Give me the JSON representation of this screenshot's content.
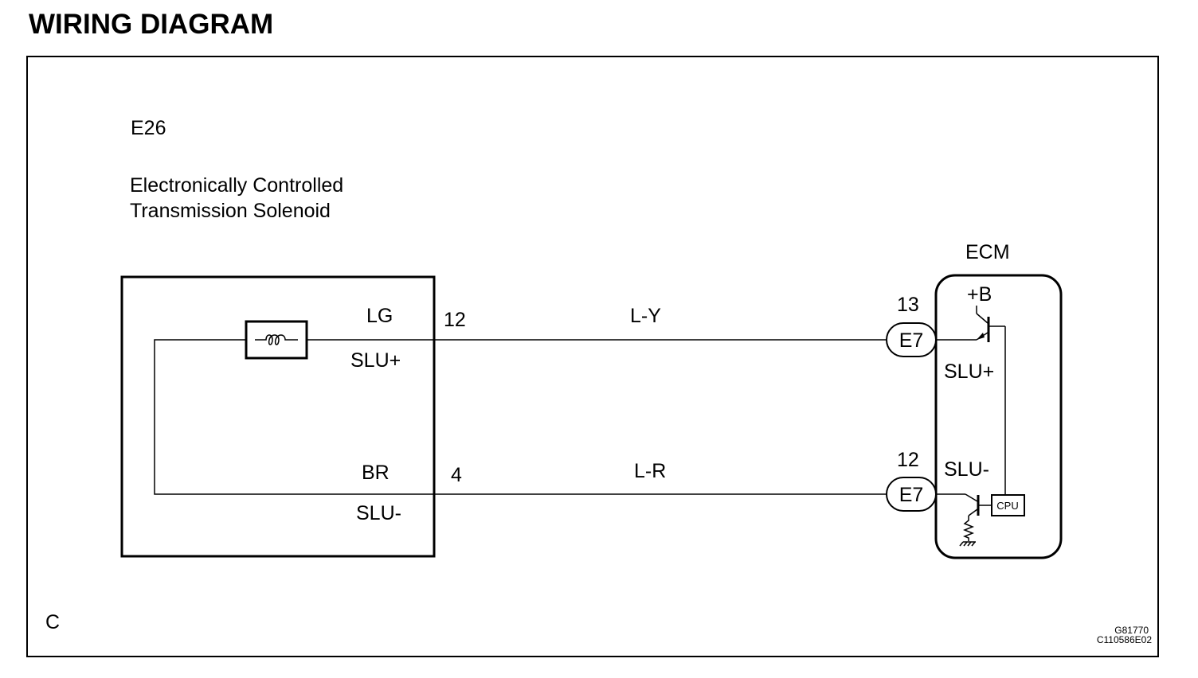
{
  "title": "WIRING DIAGRAM",
  "solenoid": {
    "code": "E26",
    "name_line1": "Electronically Controlled",
    "name_line2": "Transmission Solenoid",
    "pin_top": {
      "color": "LG",
      "signal": "SLU+",
      "pin": "12"
    },
    "pin_bottom": {
      "color": "BR",
      "signal": "SLU-",
      "pin": "4"
    }
  },
  "wires": {
    "top": "L-Y",
    "bottom": "L-R"
  },
  "ecm": {
    "label": "ECM",
    "power": "+B",
    "cpu": "CPU",
    "pin_top": {
      "connector": "E7",
      "pin": "13",
      "signal": "SLU+"
    },
    "pin_bottom": {
      "connector": "E7",
      "pin": "12",
      "signal": "SLU-"
    }
  },
  "corner_label": "C",
  "ref_codes": {
    "line1": "G81770",
    "line2": "C110586E02"
  }
}
